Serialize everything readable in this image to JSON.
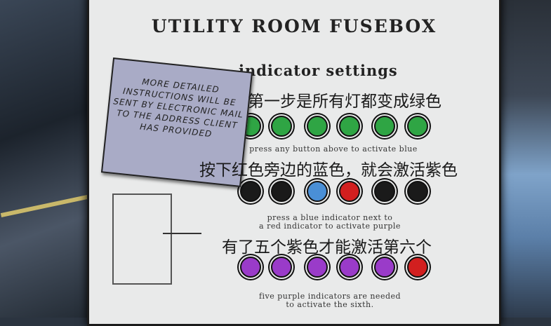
{
  "poster": {
    "title": "UTILITY ROOM FUSEBOX",
    "subtitle": "indicator settings",
    "hint_row1": "press any button above to activate blue",
    "hint_row2_line1": "press a blue indicator next to",
    "hint_row2_line2": "a red indicator to activate purple",
    "hint_row3_line1": "five purple indicators are needed",
    "hint_row3_line2": "to activate the sixth."
  },
  "note": {
    "text": "MORE DETAILED INSTRUCTIONS WILL BE SENT BY ELECTRONIC MAIL TO THE ADDRESS CLIENT HAS PROVIDED"
  },
  "subtitles": {
    "line1": "第一步是所有灯都变成绿色",
    "line2": "按下红色旁边的蓝色，就会激活紫色",
    "line3": "有了五个紫色才能激活第六个"
  },
  "colors": {
    "green": "#2fa544",
    "black": "#1a1a1a",
    "blue": "#4a8fd6",
    "red": "#d21f1f",
    "purple": "#9a3bc9"
  },
  "rows": [
    [
      "green",
      "green",
      "green",
      "green",
      "green",
      "green"
    ],
    [
      "black",
      "black",
      "blue",
      "red",
      "black",
      "black"
    ],
    [
      "purple",
      "purple",
      "purple",
      "purple",
      "purple",
      "red"
    ]
  ]
}
